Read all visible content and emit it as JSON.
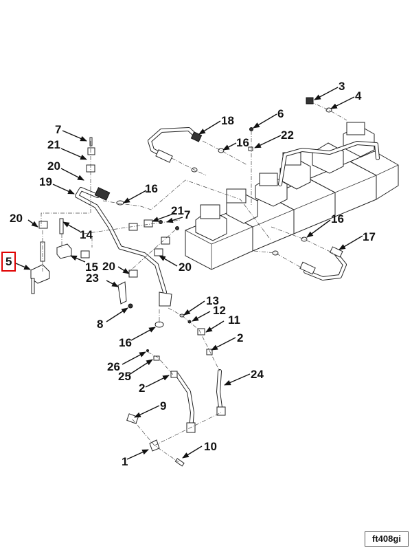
{
  "figure": {
    "id": "ft408gi",
    "highlighted_callout": "5"
  },
  "callouts": [
    {
      "label": "1"
    },
    {
      "label": "2"
    },
    {
      "label": "2"
    },
    {
      "label": "3"
    },
    {
      "label": "4"
    },
    {
      "label": "5"
    },
    {
      "label": "6"
    },
    {
      "label": "7"
    },
    {
      "label": "7"
    },
    {
      "label": "8"
    },
    {
      "label": "9"
    },
    {
      "label": "10"
    },
    {
      "label": "11"
    },
    {
      "label": "12"
    },
    {
      "label": "13"
    },
    {
      "label": "14"
    },
    {
      "label": "15"
    },
    {
      "label": "16"
    },
    {
      "label": "16"
    },
    {
      "label": "16"
    },
    {
      "label": "16"
    },
    {
      "label": "17"
    },
    {
      "label": "18"
    },
    {
      "label": "19"
    },
    {
      "label": "20"
    },
    {
      "label": "20"
    },
    {
      "label": "20"
    },
    {
      "label": "20"
    },
    {
      "label": "21"
    },
    {
      "label": "21"
    },
    {
      "label": "22"
    },
    {
      "label": "23"
    },
    {
      "label": "24"
    },
    {
      "label": "25"
    },
    {
      "label": "26"
    }
  ]
}
